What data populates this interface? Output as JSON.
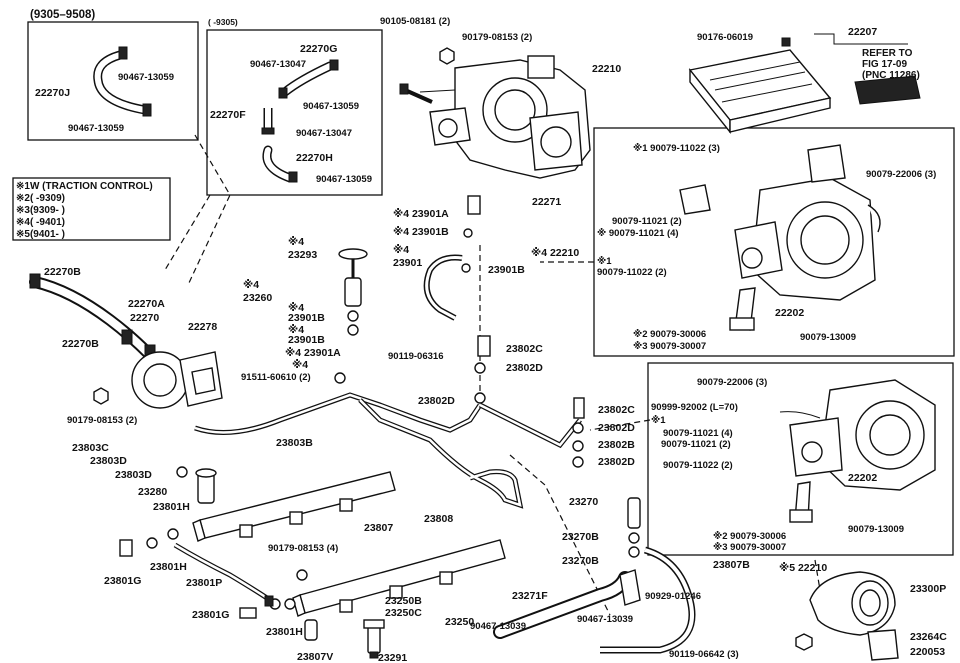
{
  "page_title": "Fuel Injection System Parts Diagram",
  "group_boxes": {
    "top_left_range": "(9305–9508)",
    "top_mid_range": "(        -9305)"
  },
  "legend": [
    {
      "mark": "※1",
      "text": "W (TRACTION CONTROL)"
    },
    {
      "mark": "※2",
      "text": "(        -9309)"
    },
    {
      "mark": "※3",
      "text": "(9309-        )"
    },
    {
      "mark": "※4",
      "text": "(        -9401)"
    },
    {
      "mark": "※5",
      "text": "(9401-        )"
    }
  ],
  "refer_note": [
    "REFER TO",
    "FIG 17-09",
    "(PNC 11286)"
  ],
  "callouts": [
    {
      "id": "l1",
      "text": "90467-13059",
      "cls": "sm"
    },
    {
      "id": "l2",
      "text": "22270J",
      "cls": ""
    },
    {
      "id": "l3",
      "text": "90467-13059",
      "cls": "sm"
    },
    {
      "id": "l4",
      "text": "22270G",
      "cls": ""
    },
    {
      "id": "l5",
      "text": "90467-13047",
      "cls": "sm"
    },
    {
      "id": "l6",
      "text": "90467-13059",
      "cls": "sm"
    },
    {
      "id": "l7",
      "text": "22270F",
      "cls": ""
    },
    {
      "id": "l8",
      "text": "90467-13047",
      "cls": "sm"
    },
    {
      "id": "l9",
      "text": "22270H",
      "cls": ""
    },
    {
      "id": "l10",
      "text": "90467-13059",
      "cls": "sm"
    },
    {
      "id": "l11",
      "text": "90105-08181 (2)",
      "cls": "sm"
    },
    {
      "id": "l12",
      "text": "90179-08153 (2)",
      "cls": "sm"
    },
    {
      "id": "l13",
      "text": "22210",
      "cls": ""
    },
    {
      "id": "l14",
      "text": "22271",
      "cls": ""
    },
    {
      "id": "l15",
      "text": "90176-06019",
      "cls": "sm"
    },
    {
      "id": "l16",
      "text": "22207",
      "cls": ""
    },
    {
      "id": "l17",
      "text": "※1 90079-11022 (3)",
      "cls": "sm"
    },
    {
      "id": "l18",
      "text": "90079-22006 (3)",
      "cls": "sm"
    },
    {
      "id": "l19",
      "text": "90079-11021 (2)",
      "cls": "sm"
    },
    {
      "id": "l20",
      "text": "※ 90079-11021 (4)",
      "cls": "sm"
    },
    {
      "id": "l21",
      "text": "※4 22210",
      "cls": ""
    },
    {
      "id": "l22",
      "text": "※1",
      "cls": "sm"
    },
    {
      "id": "l23",
      "text": "90079-11022 (2)",
      "cls": "sm"
    },
    {
      "id": "l24",
      "text": "22202",
      "cls": ""
    },
    {
      "id": "l25",
      "text": "※2 90079-30006",
      "cls": "sm"
    },
    {
      "id": "l26",
      "text": "※3 90079-30007",
      "cls": "sm"
    },
    {
      "id": "l27",
      "text": "90079-13009",
      "cls": "sm"
    },
    {
      "id": "l28",
      "text": "※4 23901A",
      "cls": ""
    },
    {
      "id": "l29",
      "text": "※4 23901B",
      "cls": ""
    },
    {
      "id": "l30",
      "text": "※4",
      "cls": ""
    },
    {
      "id": "l31",
      "text": "23901",
      "cls": ""
    },
    {
      "id": "l32",
      "text": "23901B",
      "cls": ""
    },
    {
      "id": "l33",
      "text": "※4",
      "cls": ""
    },
    {
      "id": "l34",
      "text": "23293",
      "cls": ""
    },
    {
      "id": "l35",
      "text": "※4",
      "cls": ""
    },
    {
      "id": "l36",
      "text": "23260",
      "cls": ""
    },
    {
      "id": "l37",
      "text": "※4",
      "cls": ""
    },
    {
      "id": "l38",
      "text": "23901B",
      "cls": ""
    },
    {
      "id": "l39",
      "text": "※4",
      "cls": ""
    },
    {
      "id": "l40",
      "text": "23901B",
      "cls": ""
    },
    {
      "id": "l41",
      "text": "※4 23901A",
      "cls": ""
    },
    {
      "id": "l42",
      "text": "90119-06316",
      "cls": "sm"
    },
    {
      "id": "l43",
      "text": "※4",
      "cls": ""
    },
    {
      "id": "l44",
      "text": "91511-60610 (2)",
      "cls": "sm"
    },
    {
      "id": "l45",
      "text": "23802C",
      "cls": ""
    },
    {
      "id": "l46",
      "text": "23802D",
      "cls": ""
    },
    {
      "id": "l47",
      "text": "22270B",
      "cls": ""
    },
    {
      "id": "l48",
      "text": "22270A",
      "cls": ""
    },
    {
      "id": "l49",
      "text": "22270",
      "cls": ""
    },
    {
      "id": "l50",
      "text": "22278",
      "cls": ""
    },
    {
      "id": "l51",
      "text": "22270B",
      "cls": ""
    },
    {
      "id": "l52",
      "text": "90179-08153 (2)",
      "cls": "sm"
    },
    {
      "id": "l53",
      "text": "23803B",
      "cls": ""
    },
    {
      "id": "l54",
      "text": "23802D",
      "cls": ""
    },
    {
      "id": "l55",
      "text": "23802C",
      "cls": ""
    },
    {
      "id": "l56",
      "text": "23802D",
      "cls": ""
    },
    {
      "id": "l57",
      "text": "23802B",
      "cls": ""
    },
    {
      "id": "l58",
      "text": "23802D",
      "cls": ""
    },
    {
      "id": "l59",
      "text": "23803C",
      "cls": ""
    },
    {
      "id": "l60",
      "text": "23803D",
      "cls": ""
    },
    {
      "id": "l61",
      "text": "23803D",
      "cls": ""
    },
    {
      "id": "l62",
      "text": "23280",
      "cls": ""
    },
    {
      "id": "l63",
      "text": "23801H",
      "cls": ""
    },
    {
      "id": "l64",
      "text": "23807",
      "cls": ""
    },
    {
      "id": "l65",
      "text": "23808",
      "cls": ""
    },
    {
      "id": "l66",
      "text": "23270",
      "cls": ""
    },
    {
      "id": "l67",
      "text": "23270B",
      "cls": ""
    },
    {
      "id": "l68",
      "text": "23270B",
      "cls": ""
    },
    {
      "id": "l69",
      "text": "23807B",
      "cls": ""
    },
    {
      "id": "l70",
      "text": "23801H",
      "cls": ""
    },
    {
      "id": "l71",
      "text": "23801G",
      "cls": ""
    },
    {
      "id": "l72",
      "text": "23801P",
      "cls": ""
    },
    {
      "id": "l73",
      "text": "90179-08153 (4)",
      "cls": "sm"
    },
    {
      "id": "l74",
      "text": "23801G",
      "cls": ""
    },
    {
      "id": "l75",
      "text": "23801H",
      "cls": ""
    },
    {
      "id": "l76",
      "text": "23807V",
      "cls": ""
    },
    {
      "id": "l77",
      "text": "23250B",
      "cls": ""
    },
    {
      "id": "l78",
      "text": "23250C",
      "cls": ""
    },
    {
      "id": "l79",
      "text": "23250",
      "cls": ""
    },
    {
      "id": "l80",
      "text": "23291",
      "cls": ""
    },
    {
      "id": "l81",
      "text": "23271F",
      "cls": ""
    },
    {
      "id": "l82",
      "text": "90467-13039",
      "cls": "sm"
    },
    {
      "id": "l83",
      "text": "90467-13039",
      "cls": "sm"
    },
    {
      "id": "l84",
      "text": "90929-01246",
      "cls": "sm"
    },
    {
      "id": "l85",
      "text": "90119-06642 (3)",
      "cls": "sm"
    },
    {
      "id": "l86",
      "text": "90079-22006 (3)",
      "cls": "sm"
    },
    {
      "id": "l87",
      "text": "90999-92002 (L=70)",
      "cls": "sm"
    },
    {
      "id": "l88",
      "text": "※1",
      "cls": "sm"
    },
    {
      "id": "l89",
      "text": "90079-11021 (4)",
      "cls": "sm"
    },
    {
      "id": "l90",
      "text": "90079-11021 (2)",
      "cls": "sm"
    },
    {
      "id": "l91",
      "text": "90079-11022 (2)",
      "cls": "sm"
    },
    {
      "id": "l92",
      "text": "22202",
      "cls": ""
    },
    {
      "id": "l93",
      "text": "※2 90079-30006",
      "cls": "sm"
    },
    {
      "id": "l94",
      "text": "※3 90079-30007",
      "cls": "sm"
    },
    {
      "id": "l95",
      "text": "90079-13009",
      "cls": "sm"
    },
    {
      "id": "l96",
      "text": "※5 22210",
      "cls": ""
    },
    {
      "id": "l97",
      "text": "23300P",
      "cls": ""
    },
    {
      "id": "l98",
      "text": "23264C",
      "cls": ""
    },
    {
      "id": "l99",
      "text": "220053",
      "cls": ""
    }
  ]
}
